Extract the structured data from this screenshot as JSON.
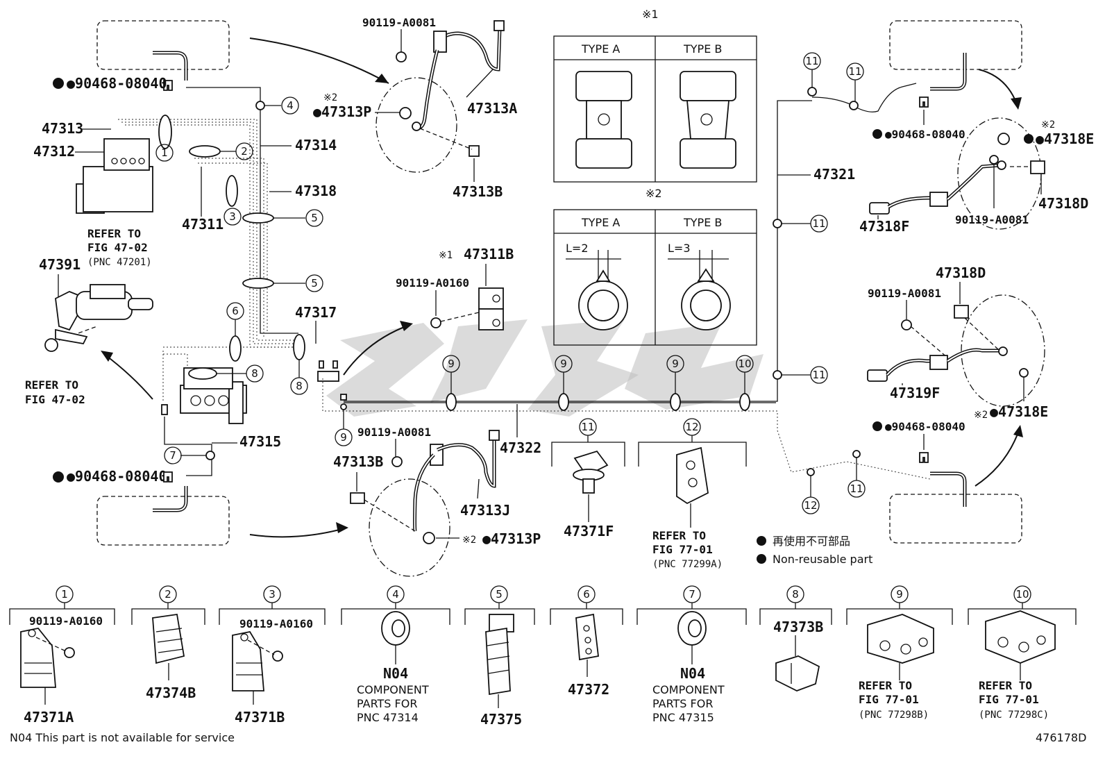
{
  "diagram_id": "476178D",
  "footnote": "N04 This part is not available for service",
  "legend": {
    "jp": "再使用不可部品",
    "en": "Non-reusable part"
  },
  "type_box_1": {
    "mark": "※1",
    "col_a": "TYPE A",
    "col_b": "TYPE B"
  },
  "type_box_2": {
    "mark": "※2",
    "col_a": "TYPE A",
    "col_b": "TYPE B",
    "dim_a": "L=2",
    "dim_b": "L=3"
  },
  "labels": {
    "p90468_tl": "●90468-08040",
    "p47313": "47313",
    "p47312": "47312",
    "p47311": "47311",
    "p47314": "47314",
    "p47318": "47318",
    "p47317": "47317",
    "p47391": "47391",
    "p47315": "47315",
    "p90468_bl": "●90468-08040",
    "refer_fig_4702_a1": "REFER TO",
    "refer_fig_4702_a2": "FIG 47-02",
    "refer_fig_4702_a3": "(PNC 47201)",
    "refer_fig_4702_b1": "REFER TO",
    "refer_fig_4702_b2": "FIG 47-02",
    "p90119_a0081_top": "90119-A0081",
    "p47313p_top": "●47313P",
    "p47313p_top_mark": "※2",
    "p47313a": "47313A",
    "p47313b_top": "47313B",
    "p47311b": "47311B",
    "p47311b_mark": "※1",
    "p90119_a0160_mid": "90119-A0160",
    "p90119_a0081_bot": "90119-A0081",
    "p47313b_bot": "47313B",
    "p47313j": "47313J",
    "p47313p_bot": "●47313P",
    "p47313p_bot_mark": "※2",
    "p47322": "47322",
    "p47371f": "47371F",
    "refer_7701_a1": "REFER TO",
    "refer_7701_a2": "FIG 77-01",
    "refer_7701_a3": "(PNC 77299A)",
    "p47321": "47321",
    "p90468_tr": "●90468-08040",
    "p47318e_top": "●47318E",
    "p47318e_top_mark": "※2",
    "p47318d_top": "47318D",
    "p47318f": "47318F",
    "p90119_a0081_r1": "90119-A0081",
    "p47318d_mid": "47318D",
    "p90119_a0081_r2": "90119-A0081",
    "p47319f": "47319F",
    "p47318e_mid": "●47318E",
    "p47318e_mid_mark": "※2",
    "p90468_br": "●90468-08040"
  },
  "bottom_row": [
    {
      "n": "1",
      "top": "90119-A0160",
      "name": "47371A"
    },
    {
      "n": "2",
      "name": "47374B"
    },
    {
      "n": "3",
      "top": "90119-A0160",
      "name": "47371B"
    },
    {
      "n": "4",
      "name": "N04",
      "note1": "COMPONENT",
      "note2": "PARTS FOR",
      "note3": "PNC 47314"
    },
    {
      "n": "5",
      "name": "47375"
    },
    {
      "n": "6",
      "name": "47372"
    },
    {
      "n": "7",
      "name": "N04",
      "note1": "COMPONENT",
      "note2": "PARTS FOR",
      "note3": "PNC 47315"
    },
    {
      "n": "8",
      "name": "47373B"
    },
    {
      "n": "9",
      "ref1": "REFER TO",
      "ref2": "FIG 77-01",
      "ref3": "(PNC 77298B)"
    },
    {
      "n": "10",
      "ref1": "REFER TO",
      "ref2": "FIG 77-01",
      "ref3": "(PNC 77298C)"
    }
  ],
  "callouts": {
    "c1": "1",
    "c2": "2",
    "c3": "3",
    "c4": "4",
    "c5": "5",
    "c6": "6",
    "c7": "7",
    "c8": "8",
    "c9": "9",
    "c10": "10",
    "c11": "11",
    "c12": "12"
  }
}
